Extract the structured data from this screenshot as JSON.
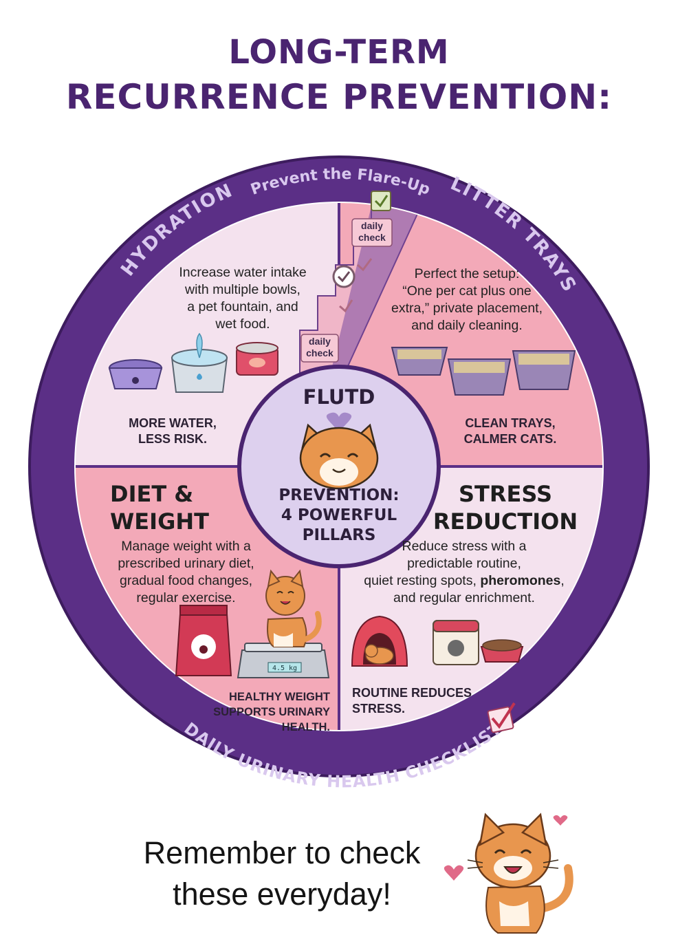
{
  "title": {
    "line1": "LONG-TERM",
    "line2": "RECURRENCE PREVENTION:"
  },
  "ring": {
    "top_arc": "Prevent the Flare-Up",
    "bottom_arc": "DAILY URINARY HEALTH CHECKLIST",
    "hydration": "HYDRATION",
    "litter_trays": "LITTER TRAYS"
  },
  "center": {
    "top": "FLUTD",
    "line1": "PREVENTION:",
    "line2": "4 POWERFUL",
    "line3": "PILLARS"
  },
  "staircase": {
    "label_top": "daily check",
    "label_bottom": "daily check"
  },
  "hydration": {
    "desc_lines": [
      "Increase water intake",
      "with multiple bowls,",
      "a pet fountain, and",
      "wet food."
    ],
    "tagline": [
      "MORE WATER,",
      "LESS RISK."
    ]
  },
  "litter": {
    "desc_lines": [
      "Perfect the setup:",
      "“One per cat plus one",
      "extra,” private placement,",
      "and daily cleaning."
    ],
    "tagline": [
      "CLEAN TRAYS,",
      "CALMER CATS."
    ]
  },
  "diet": {
    "heading": [
      "DIET &",
      "WEIGHT"
    ],
    "desc_lines": [
      "Manage weight with a",
      "prescribed urinary diet,",
      "gradual food changes,",
      "regular exercise."
    ],
    "scale_reading": "4.5 kg",
    "tagline": [
      "HEALTHY WEIGHT",
      "SUPPORTS URINARY",
      "HEALTH."
    ]
  },
  "stress": {
    "heading": [
      "STRESS",
      "REDUCTION"
    ],
    "desc_line1": "Reduce stress with a",
    "desc_line2": "predictable routine,",
    "desc_line3_pre": "quiet resting spots, ",
    "desc_line3_bold": "pheromones",
    "desc_line3_post": ",",
    "desc_line4": "and regular enrichment.",
    "tagline": [
      "ROUTINE REDUCES",
      "STRESS."
    ]
  },
  "reminder": {
    "line1": "Remember to check",
    "line2": "these everyday!"
  },
  "colors": {
    "purple_dark": "#4a2470",
    "ring": "#5b2f86",
    "light_pink": "#f4e2ee",
    "pink": "#f3a9b8",
    "center": "#ddd0ee",
    "orange_cat": "#e8964e"
  }
}
